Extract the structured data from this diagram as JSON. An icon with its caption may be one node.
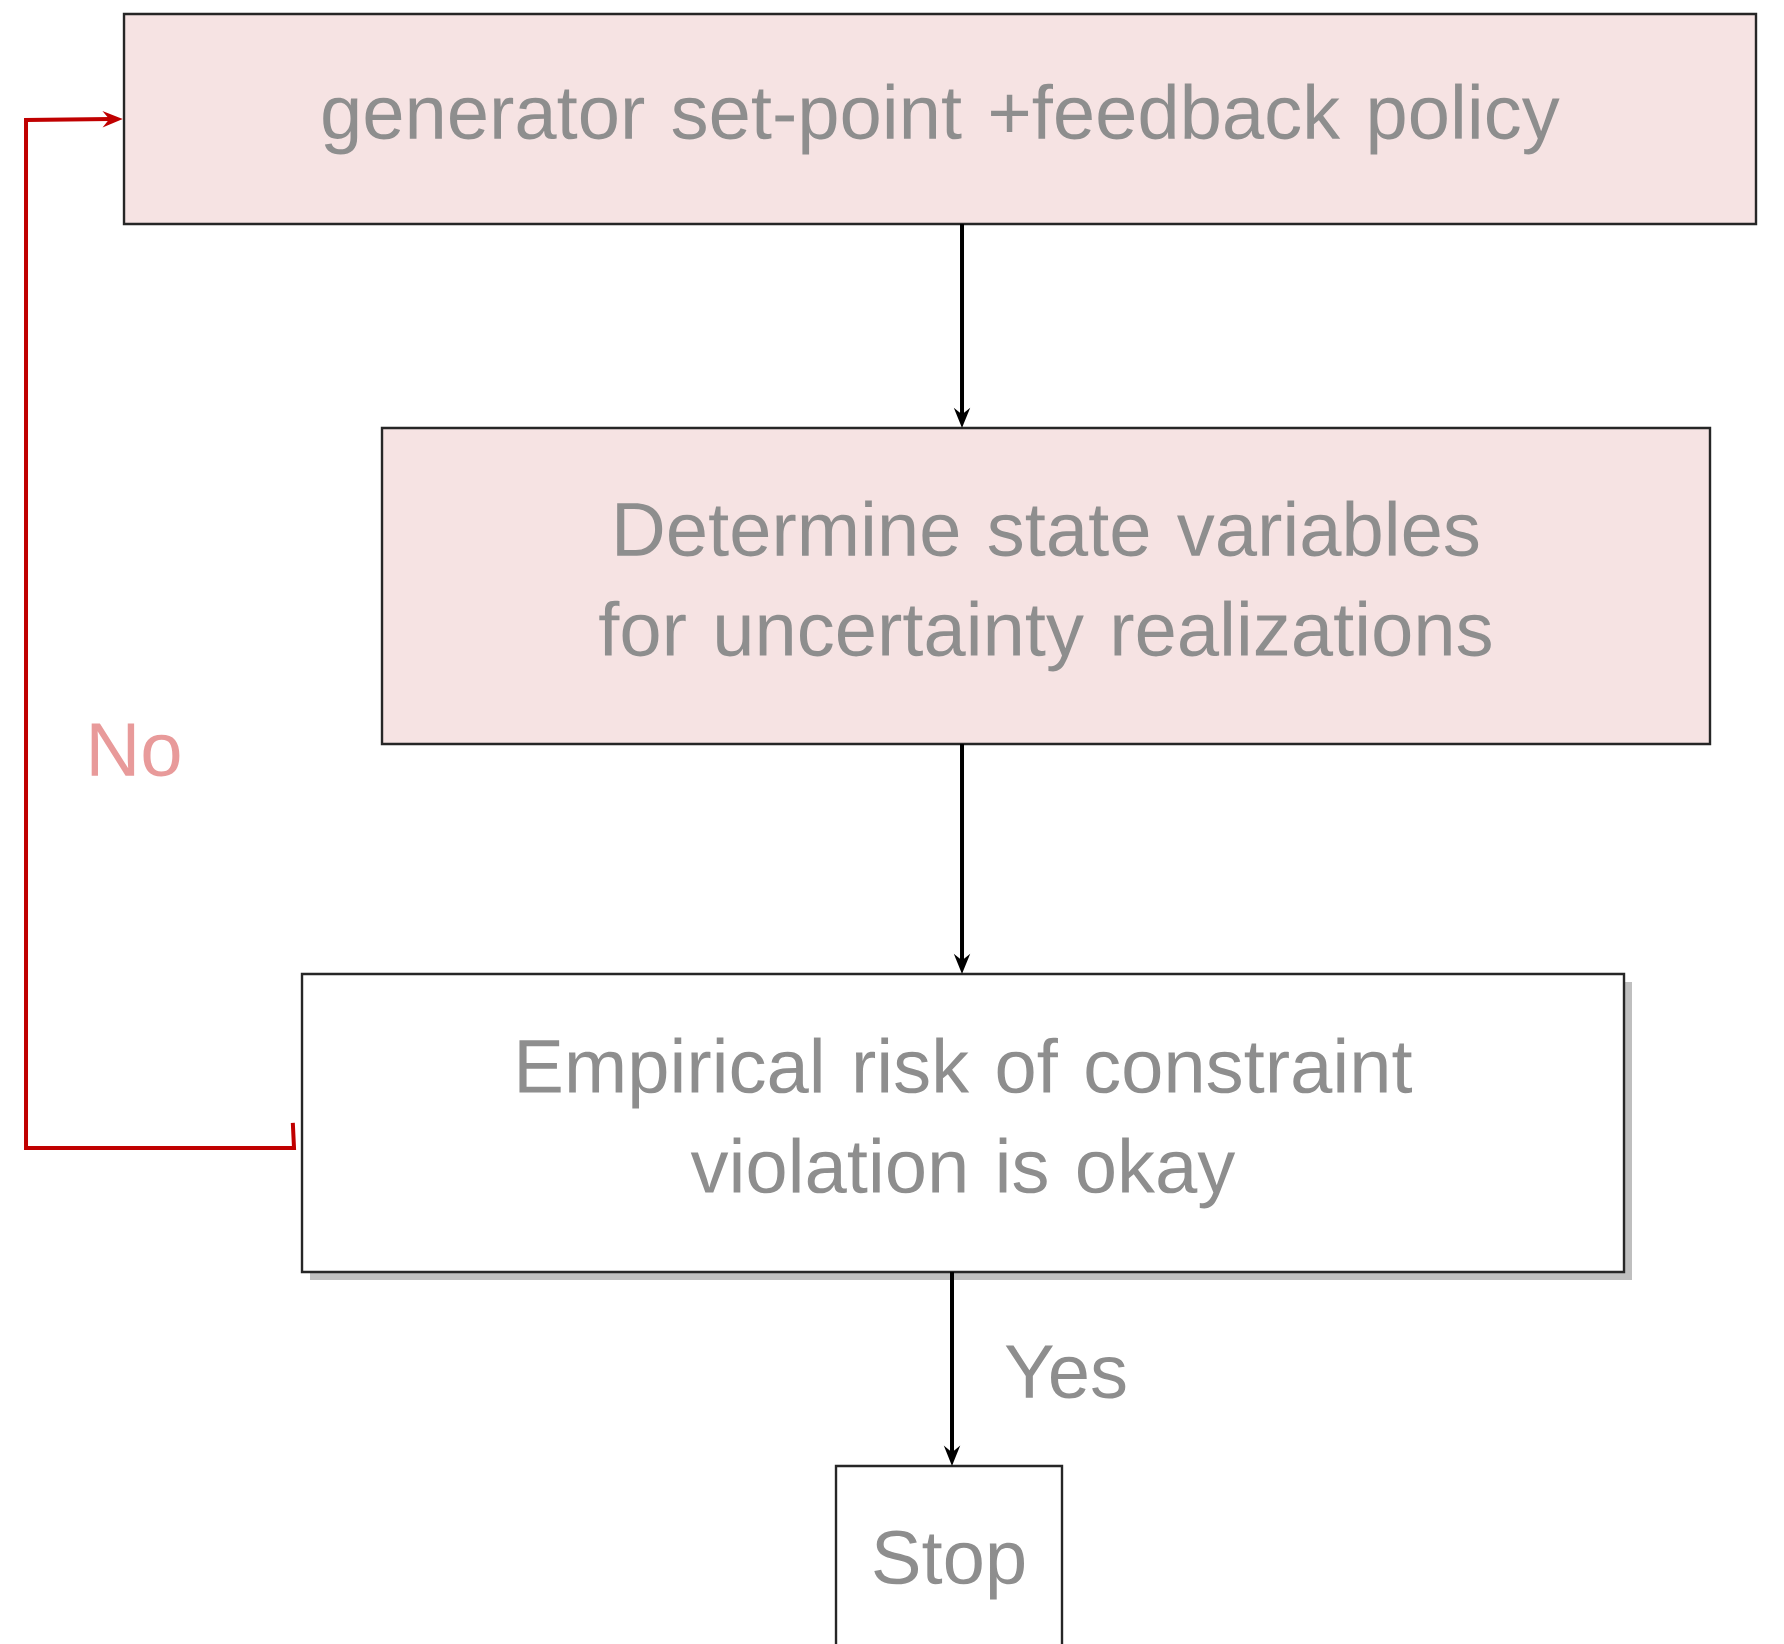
{
  "diagram": {
    "nodes": [
      {
        "text": [
          "generator set-point +feedback policy"
        ]
      },
      {
        "text": [
          "Determine state variables for uncertainty realizations"
        ]
      },
      {
        "text": [
          "Empirical risk of constraint violation is okay"
        ]
      },
      {
        "text": [
          "Stop"
        ]
      }
    ],
    "edges": [
      {
        "from": 0,
        "to": 1,
        "arrow": "to"
      },
      {
        "from": 1,
        "to": 2,
        "arrow": "to"
      },
      {
        "from": 2,
        "to": 3,
        "arrow": "to",
        "label": "Yes"
      },
      {
        "from": 2,
        "to": 0,
        "arrow": "to",
        "label": "No",
        "color": "#c00000"
      }
    ]
  }
}
